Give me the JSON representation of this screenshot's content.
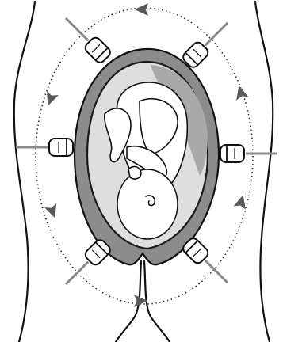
{
  "figure": {
    "subject": "fetal-ultrasound-transducer-positions",
    "probe_count": 6,
    "scan_direction": "counter-clockwise",
    "colors": {
      "outline": "#111111",
      "uterus_wall": "#8c8c8c",
      "uterus_inner_rim": "#1a1a1a",
      "amniotic_fluid": "#dedede",
      "placenta": "#a9a9a9",
      "fetus": "#ffffff",
      "probe_body": "#ffffff",
      "probe_beam": "#8a8a8a",
      "scan_path": "#333333",
      "arrow": "#5a5a5a"
    },
    "icons": {
      "probe": "ultrasound-probe-icon",
      "arrow": "direction-arrow-icon"
    }
  }
}
